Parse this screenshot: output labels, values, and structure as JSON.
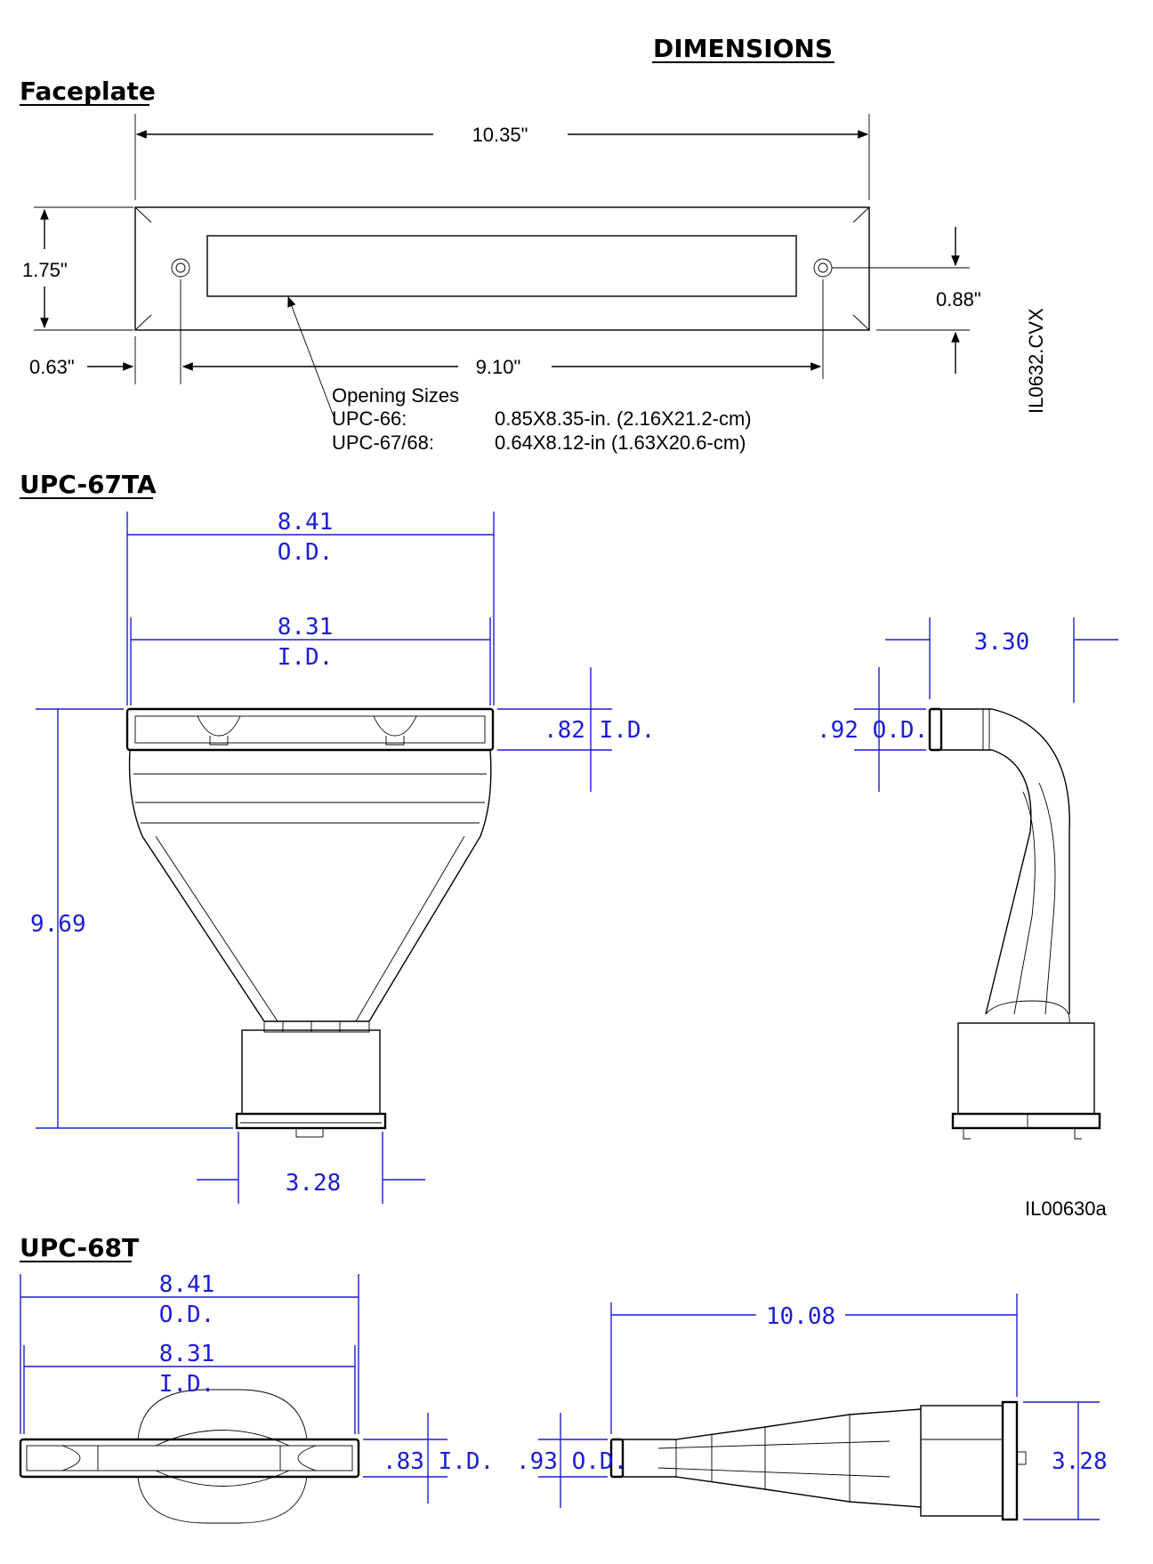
{
  "page_title": "DIMENSIONS",
  "faceplate": {
    "heading": "Faceplate",
    "width": "10.35\"",
    "height": "1.75\"",
    "hole_spacing": "9.10\"",
    "hole_offset": "0.63\"",
    "opening_height": "0.88\"",
    "opening_sizes_label": "Opening Sizes",
    "openings": [
      {
        "model": "UPC-66:",
        "size": "0.85X8.35-in. (2.16X21.2-cm)"
      },
      {
        "model": "UPC-67/68:",
        "size": "0.64X8.12-in (1.63X20.6-cm)"
      }
    ],
    "drawing_id": "IL0632.CVX"
  },
  "upc67ta": {
    "heading": "UPC-67TA",
    "od_value": "8.41",
    "od_label": "O.D.",
    "id_value": "8.31",
    "id_label": "I.D.",
    "slot_id": ".82 I.D.",
    "height": "9.69",
    "base_width": "3.28",
    "side_depth": "3.30",
    "side_od": ".92 O.D.",
    "drawing_id": "IL00630a"
  },
  "upc68t": {
    "heading": "UPC-68T",
    "od_value": "8.41",
    "od_label": "O.D.",
    "id_value": "8.31",
    "id_label": "I.D.",
    "slot_id": ".83 I.D.",
    "side_od": ".93 O.D.",
    "length": "10.08",
    "base_height": "3.28"
  },
  "colors": {
    "dimension": "#1c1cd6",
    "line": "#000000"
  }
}
